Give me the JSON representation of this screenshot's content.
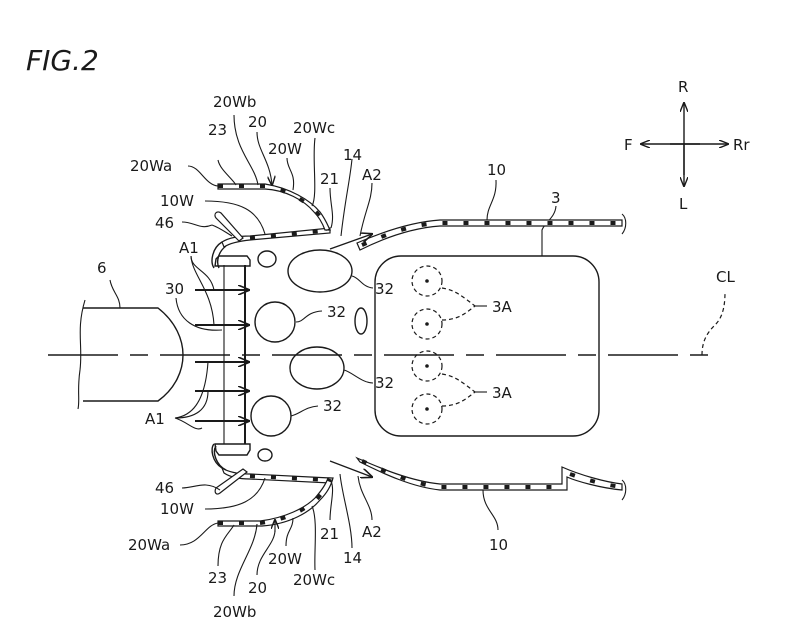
{
  "figure": {
    "title": "FIG.2"
  },
  "direction_indicator": {
    "up": "R",
    "down": "L",
    "left": "F",
    "right": "Rr"
  },
  "labels": {
    "upper": {
      "wa": "20Wa",
      "wb": "20Wb",
      "n23": "23",
      "n20": "20",
      "w": "20W",
      "wc": "20Wc",
      "n21": "21",
      "n14": "14",
      "a2": "A2",
      "n10w": "10W",
      "n46": "46",
      "a1": "A1",
      "n10": "10",
      "n3": "3"
    },
    "lower": {
      "n46": "46",
      "n10w": "10W",
      "wa": "20Wa",
      "n23": "23",
      "n20": "20",
      "wb": "20Wb",
      "w": "20W",
      "wc": "20Wc",
      "n21": "21",
      "n14": "14",
      "a2": "A2",
      "n10": "10"
    },
    "middle": {
      "n6": "6",
      "n30": "30",
      "a1": "A1",
      "cl": "CL",
      "n32_a": "32",
      "n32_b": "32",
      "n32_c": "32",
      "n32_d": "32",
      "n3a_upper": "3A",
      "n3a_lower": "3A"
    }
  }
}
